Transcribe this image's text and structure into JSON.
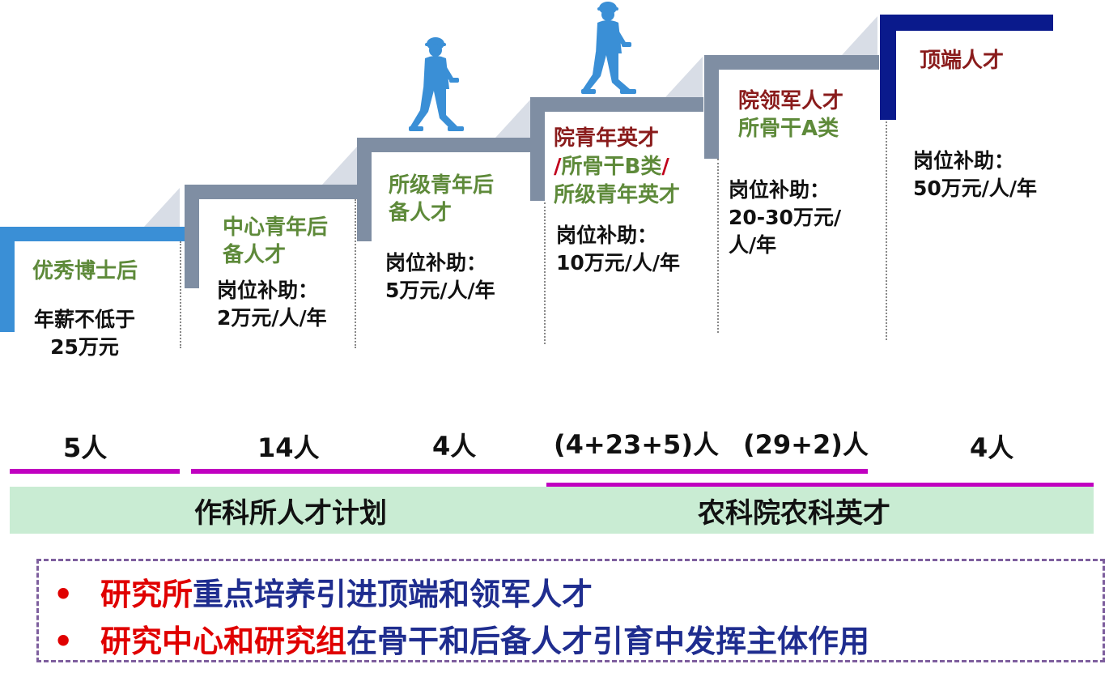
{
  "steps": [
    {
      "title": "优秀博士后",
      "desc": "年薪不低于\n25万元"
    },
    {
      "title": "中心青年后\n备人才",
      "desc": "岗位补助：\n2万元/人/年"
    },
    {
      "title": "所级青年后\n备人才",
      "desc": "岗位补助：\n5万元/人/年"
    },
    {
      "title_line1": "院青年英才",
      "slash1": "/",
      "title_line2a": "所骨干B类",
      "slash2": "/",
      "title_line3": "所级青年英才",
      "desc": "岗位补助：\n10万元/人/年"
    },
    {
      "title_line1": "院领军人才",
      "title_line2": "所骨干A类",
      "desc": "岗位补助：\n20-30万元/\n人/年"
    },
    {
      "title": "顶端人才",
      "desc": "岗位补助：\n50万元/人/年"
    }
  ],
  "counts": [
    "5人",
    "14人",
    "4人",
    "(4+23+5)人",
    "(29+2)人",
    "4人"
  ],
  "programs": {
    "left": "作科所人才计划",
    "right": "农科院农科英才"
  },
  "notes": [
    {
      "bullet": "•",
      "highlight": "研究所",
      "text": "重点培养引进顶端和领军人才"
    },
    {
      "bullet": "•",
      "highlight": "研究中心和研究组",
      "text": "在骨干和后备人才引育中发挥主体作用"
    }
  ],
  "colors": {
    "step1": "#3a8fd6",
    "stepGray": "#7f8ea3",
    "top": "#0a1a8c",
    "green_text": "#5e8a3a",
    "red_text": "#8a1c1c",
    "band": "#c9ecd3",
    "magenta": "#c000c0"
  },
  "icons": [
    "walking-worker-icon",
    "walking-worker-icon"
  ]
}
